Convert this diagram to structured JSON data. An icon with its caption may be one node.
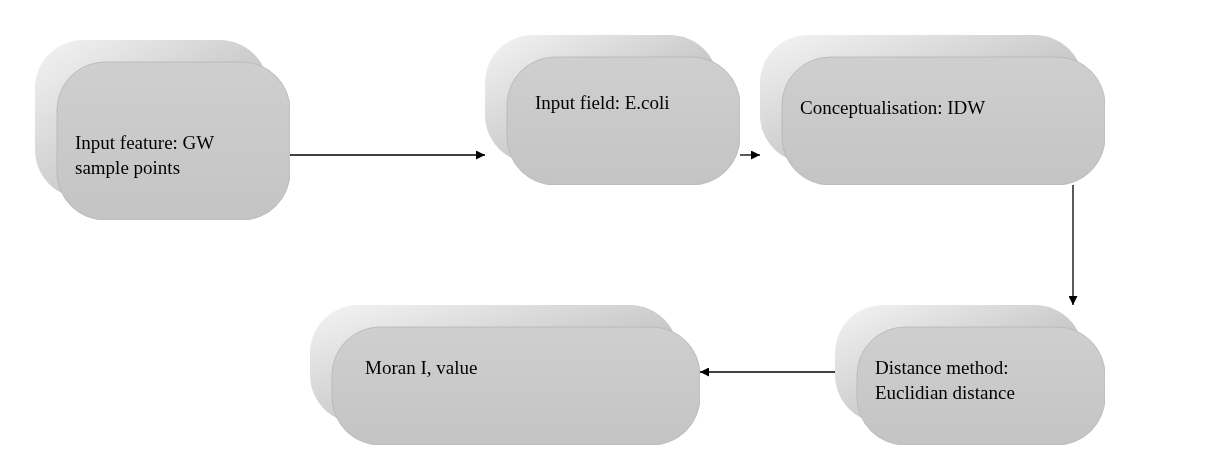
{
  "diagram": {
    "nodes": [
      {
        "text": [
          "Input feature: GW sample points"
        ]
      },
      {
        "text": [
          "Input field: E.coli"
        ]
      },
      {
        "text": [
          "Conceptualisation: IDW"
        ]
      },
      {
        "text": [
          "Distance method: Euclidian distance"
        ]
      },
      {
        "text": [
          "Moran I, value"
        ]
      }
    ],
    "edges": [
      {
        "from": 0,
        "to": 1,
        "arrow": "to"
      },
      {
        "from": 1,
        "to": 2,
        "arrow": "to"
      },
      {
        "from": 2,
        "to": 3,
        "arrow": "to"
      },
      {
        "from": 3,
        "to": 4,
        "arrow": "to"
      }
    ]
  }
}
